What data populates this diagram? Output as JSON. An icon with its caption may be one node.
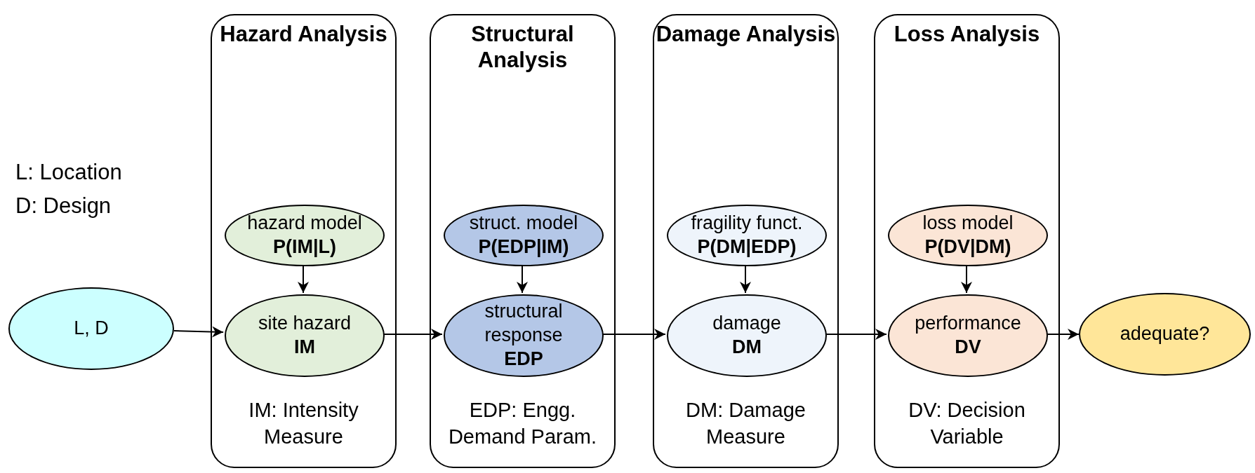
{
  "diagram": {
    "nodes": [
      {
        "text": [
          "L, D"
        ]
      },
      {
        "text": [
          "Hazard Analysis",
          "IM: Intensity Measure"
        ]
      },
      {
        "text": [
          "hazard model",
          "P(IM|L)"
        ],
        "in": 1
      },
      {
        "text": [
          "site hazard",
          "IM"
        ],
        "in": 1
      },
      {
        "text": [
          "Structural Analysis",
          "EDP: Engg. Demand Param."
        ]
      },
      {
        "text": [
          "struct. model",
          "P(EDP|IM)"
        ],
        "in": 4
      },
      {
        "text": [
          "structural response",
          "EDP"
        ],
        "in": 4
      },
      {
        "text": [
          "Damage Analysis",
          "DM: Damage Measure"
        ]
      },
      {
        "text": [
          "fragility funct.",
          "P(DM|EDP)"
        ],
        "in": 7
      },
      {
        "text": [
          "damage",
          "DM"
        ],
        "in": 7
      },
      {
        "text": [
          "Loss Analysis",
          "DV: Decision Variable"
        ]
      },
      {
        "text": [
          "loss model",
          "P(DV|DM)"
        ],
        "in": 10
      },
      {
        "text": [
          "performance",
          "DV"
        ],
        "in": 10
      },
      {
        "text": [
          "adequate?"
        ]
      }
    ],
    "edges": [
      {
        "from": 0,
        "to": 3,
        "arrow": "to"
      },
      {
        "from": 2,
        "to": 3,
        "arrow": "to"
      },
      {
        "from": 3,
        "to": 6,
        "arrow": "to"
      },
      {
        "from": 5,
        "to": 6,
        "arrow": "to"
      },
      {
        "from": 6,
        "to": 9,
        "arrow": "to"
      },
      {
        "from": 8,
        "to": 9,
        "arrow": "to"
      },
      {
        "from": 9,
        "to": 12,
        "arrow": "to"
      },
      {
        "from": 11,
        "to": 12,
        "arrow": "to"
      },
      {
        "from": 12,
        "to": 13,
        "arrow": "to"
      }
    ],
    "labels": [
      "L: Location",
      "D: Design"
    ]
  }
}
